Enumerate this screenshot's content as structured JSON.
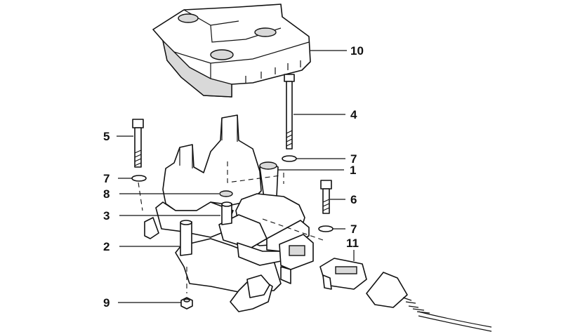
{
  "labels": {
    "l1": "1",
    "l2": "2",
    "l3": "3",
    "l4": "4",
    "l5": "5",
    "l6": "6",
    "l7a": "7",
    "l7b": "7",
    "l7c": "7",
    "l8": "8",
    "l9": "9",
    "l10": "10",
    "l11": "11"
  }
}
